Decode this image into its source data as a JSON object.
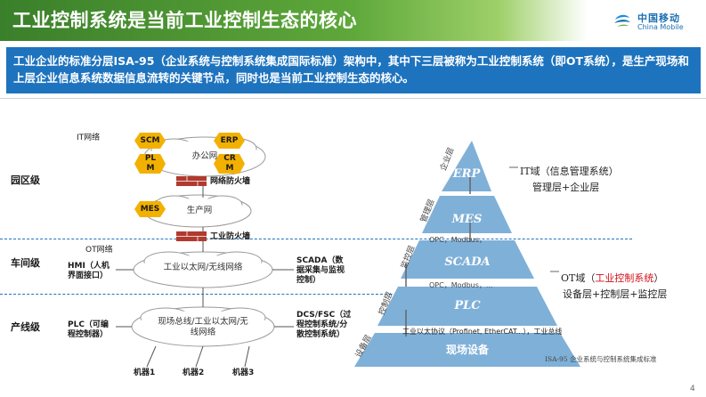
{
  "header": {
    "title": "工业控制系统是当前工业控制生态的核心",
    "logo_cn": "中国移动",
    "logo_en": "China Mobile"
  },
  "intro": "工业企业的标准分层ISA-95（企业系统与控制系统集成国际标准）架构中，其中下三层被称为工业控制系统（即OT系统），是生产现场和上层企业信息系统数据信息流转的关键节点，同时也是当前工业控制生态的核心。",
  "left": {
    "levels": [
      "园区级",
      "车间级",
      "产线级"
    ],
    "it_net": "IT网络",
    "ot_net": "OT网络",
    "office_net": "办公网",
    "prod_net": "生产网",
    "hexes": [
      "SCM",
      "ERP",
      "PL M",
      "CR M",
      "MES"
    ],
    "firewall_net": "网络防火墙",
    "firewall_ind": "工业防火墙",
    "hmi": "HMI（人机界面接口）",
    "scada": "SCADA（数据采集与监视控制）",
    "eth_net": "工业以太网/无线网络",
    "field_net": "现场总线/工业以太网/无线网络",
    "plc": "PLC（可编程控制器）",
    "dcs": "DCS/FSC（过程控制系统/分散控制系统）",
    "machines": [
      "机器1",
      "机器2",
      "机器3"
    ]
  },
  "pyramid": {
    "layers": [
      "ERP",
      "MES",
      "SCADA",
      "PLC",
      "现场设备"
    ],
    "side_labels": [
      "企业层",
      "管理层",
      "监控层",
      "控制层",
      "设备层"
    ],
    "protocols": [
      "OPC，Modbus，",
      "OPC，Modbus，...",
      "工业以太协议（Profinet, EtherCAT...），工业总线"
    ],
    "it_domain": "IT域（信息管理系统）",
    "it_sub": "管理层+企业层",
    "ot_domain_prefix": "OT域（",
    "ot_domain_highlight": "工业控制系统",
    "ot_domain_suffix": "）",
    "ot_sub": "设备层+控制层+监控层",
    "caption": "ISA-95 企业系统与控制系统集成标准"
  },
  "page": "4",
  "colors": {
    "green": "#4f9a2e",
    "blue": "#1e73be",
    "hex": "#f2b100",
    "firewall": "#b03a2e",
    "pyramid": "#7fb0d8",
    "ot_red": "#d0121b"
  }
}
